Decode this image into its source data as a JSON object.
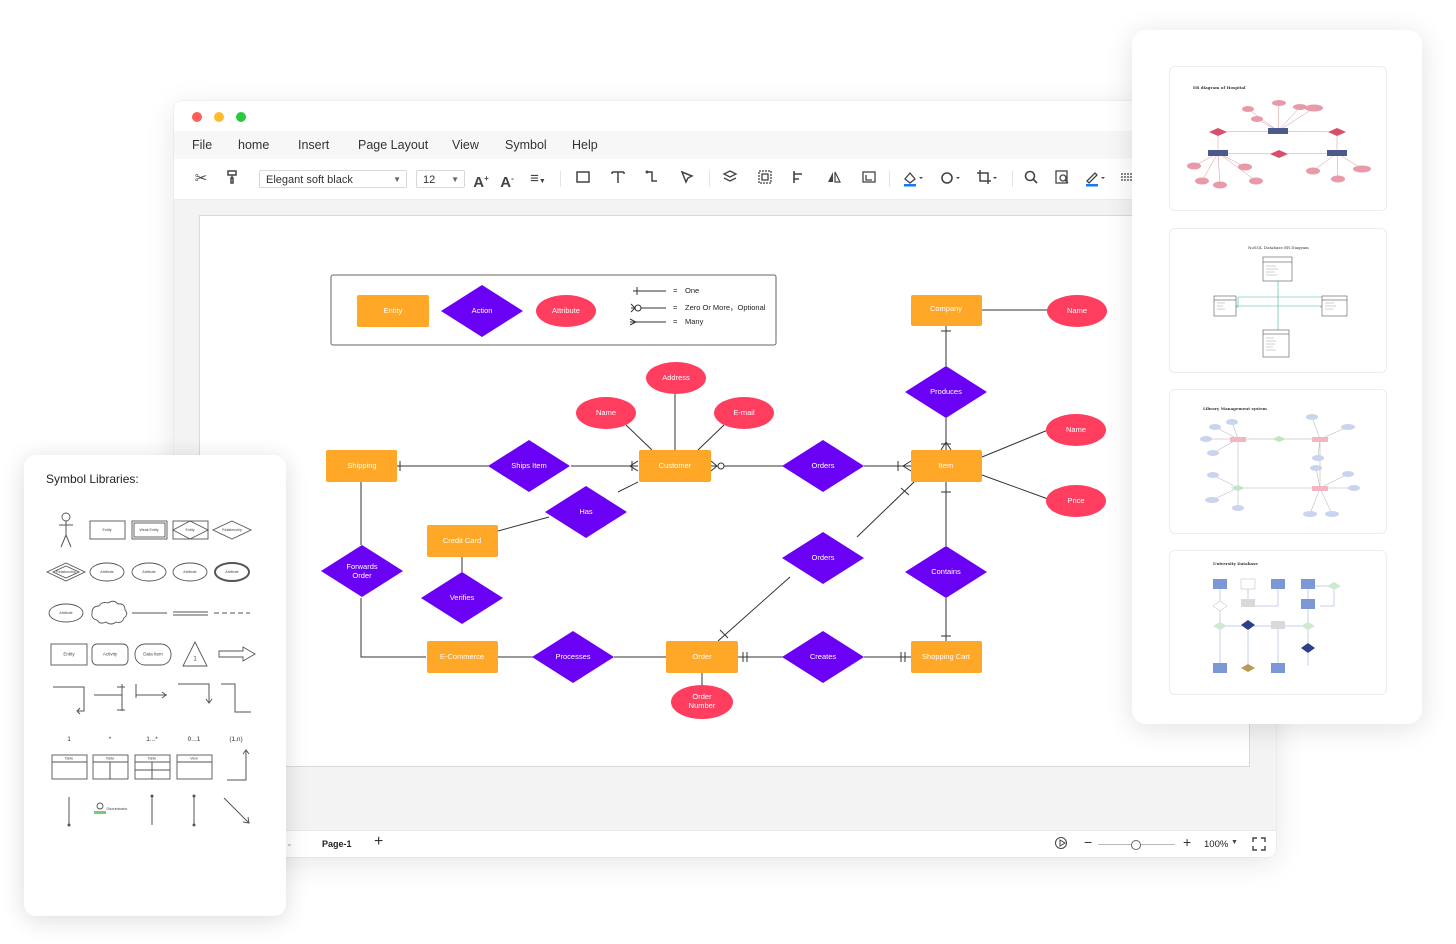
{
  "window": {
    "dots": [
      "#fe5f57",
      "#febc2e",
      "#28c840"
    ]
  },
  "menu": [
    "File",
    "home",
    "Insert",
    "Page Layout",
    "View",
    "Symbol",
    "Help"
  ],
  "toolbar": {
    "font_name": "Elegant soft black",
    "font_size": "12"
  },
  "legend": {
    "entity": "Entity",
    "action": "Action",
    "attribute": "Attribute",
    "one": "One",
    "zero_or_more": "Zero Or More，Optional",
    "many": "Many"
  },
  "diagram": {
    "company": "Company",
    "company_name": "Name",
    "produces": "Produces",
    "address": "Address",
    "name": "Name",
    "email": "E-mail",
    "shipping": "Shipping",
    "ships_item": "Ships Item",
    "customer": "Customer",
    "orders1": "Orders",
    "item": "Item",
    "item_name": "Name",
    "price": "Price",
    "has": "Has",
    "credit_card": "Credit Card",
    "forwards_order_1": "Forwards",
    "forwards_order_2": "Order",
    "verifies": "Verifies",
    "orders2": "Orders",
    "contains": "Contains",
    "ecommerce": "E-Commerce",
    "processes": "Processes",
    "order": "Order",
    "creates": "Creates",
    "shopping_cart": "Shopping Cart",
    "order_number_1": "Order",
    "order_number_2": "Number"
  },
  "colors": {
    "entity": "#ffa726",
    "action": "#6a00f4",
    "attribute": "#ff3d5e",
    "line": "#333333"
  },
  "statusbar": {
    "page": "Page-1",
    "zoom": "100%"
  },
  "symbols": {
    "title": "Symbol Libraries:",
    "cardinalities": [
      "1",
      "*",
      "1...*",
      "0...1",
      "(1,n)"
    ],
    "table_labels": [
      "Table",
      "Table",
      "Table",
      "View"
    ],
    "shape_labels": [
      "Entity",
      "Activity",
      "Data Item"
    ],
    "small_labels": [
      "Entity",
      "Weak Entity",
      "Entity",
      "Relationship",
      "Relationship",
      "Attribute",
      "Attribute",
      "Attribute",
      "Attribute",
      "Attribute",
      "Discriminator"
    ]
  },
  "templates": [
    {
      "title": "ER diagram of Hospital"
    },
    {
      "title": "NoSQL Database ER Diagram"
    },
    {
      "title": "Library Management system"
    },
    {
      "title": "University Database"
    }
  ]
}
